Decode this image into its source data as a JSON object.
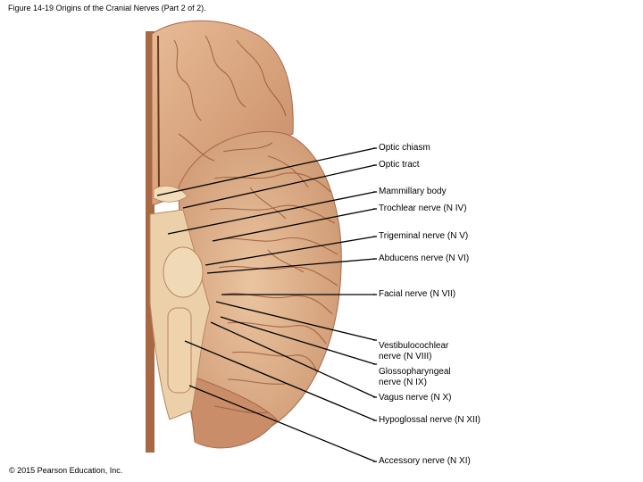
{
  "figure": {
    "title": "Figure 14-19 Origins of the Cranial Nerves (Part 2 of 2).",
    "copyright": "© 2015 Pearson Education, Inc."
  },
  "colors": {
    "brain": "#e3b48e",
    "brain_dark": "#c98e69",
    "sulcus": "#9c5a3a",
    "stem": "#edd0a8",
    "leader": "#000000"
  },
  "labels": [
    {
      "lines": [
        "Optic chiasm"
      ]
    },
    {
      "lines": [
        "Optic tract"
      ]
    },
    {
      "lines": [
        "Mammillary body"
      ]
    },
    {
      "lines": [
        "Trochlear nerve (N IV)"
      ]
    },
    {
      "lines": [
        "Trigeminal nerve (N V)"
      ]
    },
    {
      "lines": [
        "Abducens nerve (N VI)"
      ]
    },
    {
      "lines": [
        "Facial nerve (N VII)"
      ]
    },
    {
      "lines": [
        "Vestibulocochlear",
        "nerve (N VIII)"
      ]
    },
    {
      "lines": [
        "Glossopharyngeal",
        "nerve (N IX)"
      ]
    },
    {
      "lines": [
        "Vagus nerve (N X)"
      ]
    },
    {
      "lines": [
        "Hypoglossal nerve (N XII)"
      ]
    },
    {
      "lines": [
        "Accessory nerve (N XI)"
      ]
    }
  ]
}
